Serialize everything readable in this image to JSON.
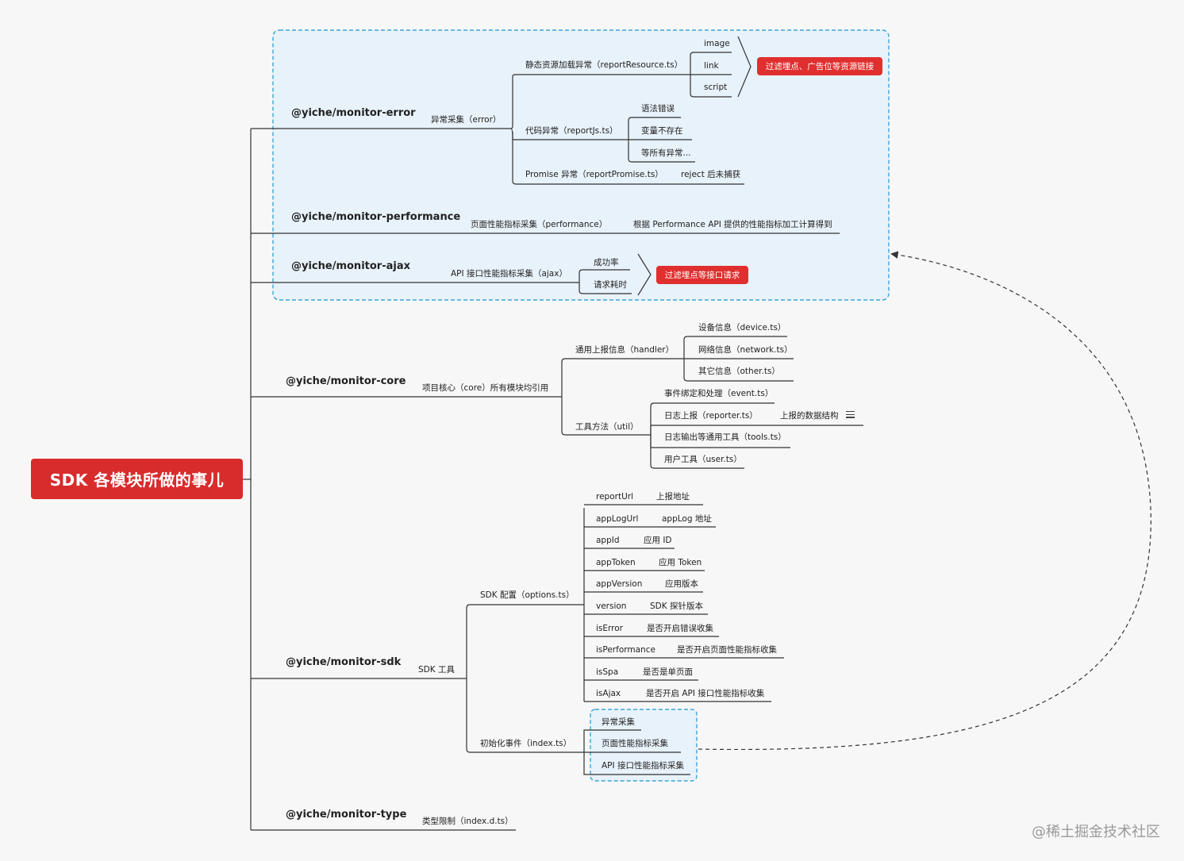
{
  "root": "SDK 各模块所做的事儿",
  "packages": {
    "error": "@yiche/monitor-error",
    "performance": "@yiche/monitor-performance",
    "ajax": "@yiche/monitor-ajax",
    "core": "@yiche/monitor-core",
    "sdk": "@yiche/monitor-sdk",
    "type": "@yiche/monitor-type"
  },
  "error": {
    "collect": "异常采集（error）",
    "static": "静态资源加载异常（reportResource.ts）",
    "static_items": [
      "image",
      "link",
      "script"
    ],
    "static_filter": "过滤埋点、广告位等资源链接",
    "code": "代码异常（reportJs.ts）",
    "code_items": [
      "语法错误",
      "变量不存在",
      "等所有异常..."
    ],
    "promise": "Promise 异常（reportPromise.ts）",
    "promise_note": "reject 后未捕获"
  },
  "performance": {
    "collect": "页面性能指标采集（performance）",
    "note": "根据 Performance API 提供的性能指标加工计算得到"
  },
  "ajax": {
    "collect": "API 接口性能指标采集（ajax）",
    "items": [
      "成功率",
      "请求耗时"
    ],
    "filter": "过滤埋点等接口请求"
  },
  "core": {
    "label": "项目核心（core）所有模块均引用",
    "handler": "通用上报信息（handler）",
    "handler_items": [
      "设备信息（device.ts）",
      "网络信息（network.ts）",
      "其它信息（other.ts）"
    ],
    "util": "工具方法（util）",
    "util_items": [
      "事件绑定和处理（event.ts）",
      "日志上报（reporter.ts）",
      "日志输出等通用工具（tools.ts）",
      "用户工具（user.ts）"
    ],
    "reporter_note": "上报的数据结构"
  },
  "sdk": {
    "label": "SDK 工具",
    "config": "SDK 配置（options.ts）",
    "options": [
      {
        "key": "reportUrl",
        "desc": "上报地址"
      },
      {
        "key": "appLogUrl",
        "desc": "appLog 地址"
      },
      {
        "key": "appId",
        "desc": "应用 ID"
      },
      {
        "key": "appToken",
        "desc": "应用 Token"
      },
      {
        "key": "appVersion",
        "desc": "应用版本"
      },
      {
        "key": "version",
        "desc": "SDK 探针版本"
      },
      {
        "key": "isError",
        "desc": "是否开启错误收集"
      },
      {
        "key": "isPerformance",
        "desc": "是否开启页面性能指标收集"
      },
      {
        "key": "isSpa",
        "desc": "是否是单页面"
      },
      {
        "key": "isAjax",
        "desc": "是否开启 API 接口性能指标收集"
      }
    ],
    "init": "初始化事件（index.ts）",
    "init_items": [
      "异常采集",
      "页面性能指标采集",
      "API 接口性能指标采集"
    ]
  },
  "type": {
    "label": "类型限制（index.d.ts）"
  },
  "watermark": "@稀土掘金技术社区",
  "colors": {
    "root": "#d82c2c",
    "tag": "#e02f2f",
    "line": "#333333",
    "group_border": "#3aa6d8",
    "group_fill": "#e8f2fa",
    "arrow": "#333333"
  }
}
